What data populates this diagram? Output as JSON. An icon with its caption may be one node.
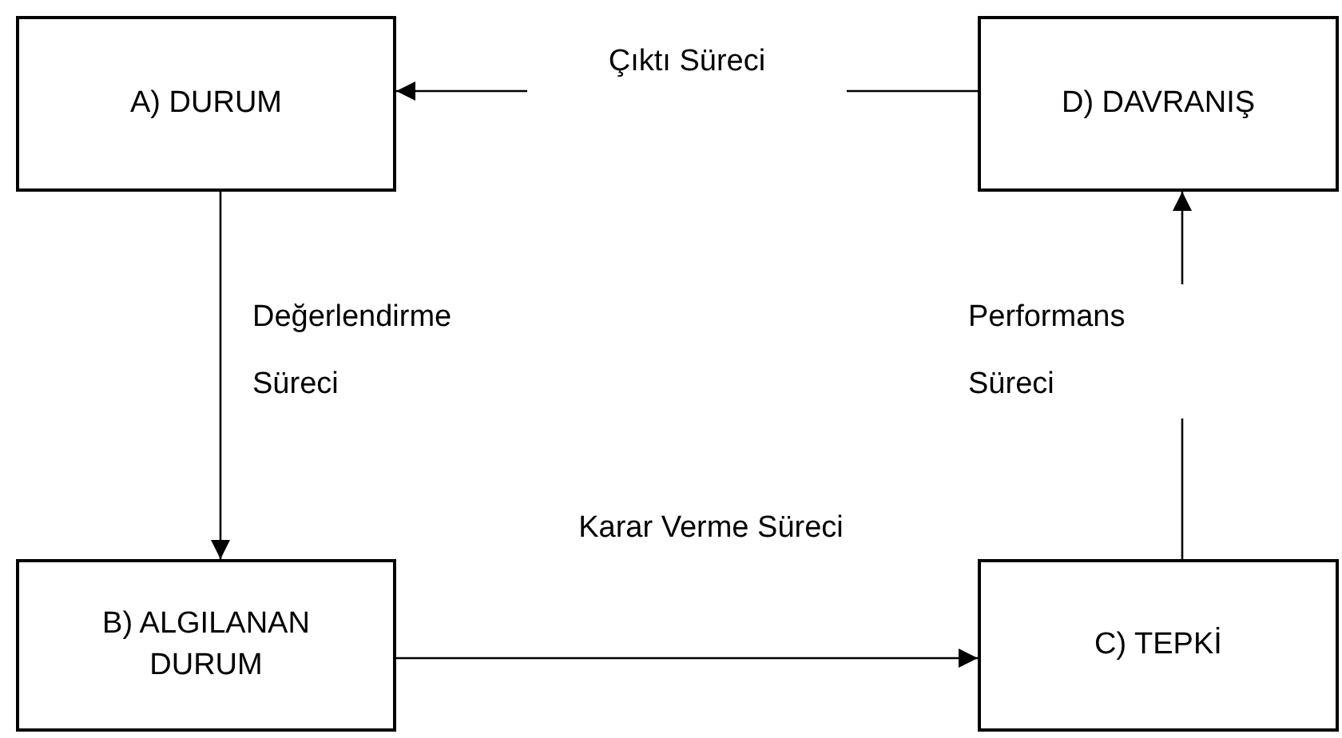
{
  "diagram": {
    "nodes": [
      {
        "text": [
          "A) DURUM"
        ]
      },
      {
        "text": [
          "D) DAVRANIŞ"
        ]
      },
      {
        "text": [
          "B) ALGILANAN DURUM"
        ]
      },
      {
        "text": [
          "C) TEPKİ"
        ]
      }
    ],
    "edges": [
      {
        "from": 1,
        "to": 0,
        "arrow": "to",
        "label": "Çıktı Süreci"
      },
      {
        "from": 0,
        "to": 2,
        "arrow": "to",
        "label": "Değerlendirme Süreci"
      },
      {
        "from": 2,
        "to": 3,
        "arrow": "to",
        "label": "Karar Verme Süreci"
      },
      {
        "from": 3,
        "to": 1,
        "arrow": "to",
        "label": "Performans Süreci"
      }
    ]
  }
}
